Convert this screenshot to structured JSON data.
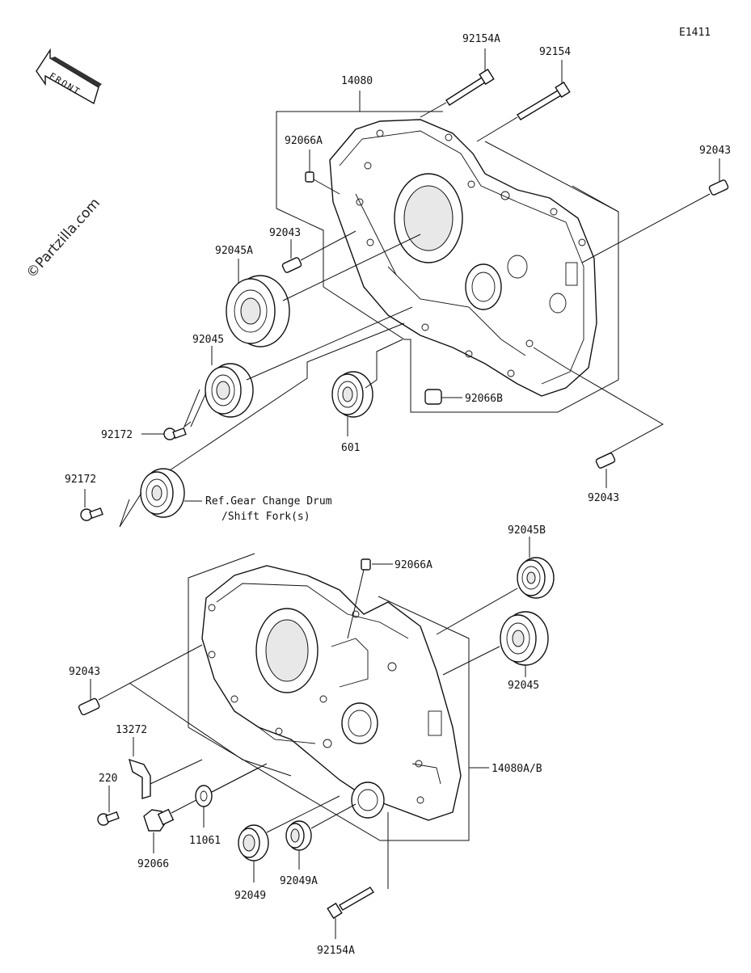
{
  "diagram": {
    "code": "E1411",
    "front_label": "FRONT",
    "watermark": "©Partzilla.com",
    "upper_case": {
      "part_numbers": {
        "crankcase": "14080",
        "bolt_long_a": "92154A",
        "bolt_long": "92154",
        "dowel_pin_top": "92066A",
        "dowel_right": "92043",
        "dowel_left": "92043",
        "bearing_a": "92045A",
        "bearing": "92045",
        "screw_upper": "92172",
        "bearing_601": "601",
        "plug_b": "92066B",
        "dowel_bottom": "92043",
        "screw_lower": "92172"
      },
      "reference_note_line1": "Ref.Gear Change Drum",
      "reference_note_line2": "/Shift Fork(s)"
    },
    "lower_case": {
      "part_numbers": {
        "dowel_pin_top": "92066A",
        "bearing_b": "92045B",
        "dowel_left": "92043",
        "bearing": "92045",
        "bracket": "13272",
        "crankcase": "14080A/B",
        "screw": "220",
        "plug": "92066",
        "washer": "11061",
        "seal": "92049",
        "seal_a": "92049A",
        "bolt": "92154A"
      }
    }
  }
}
